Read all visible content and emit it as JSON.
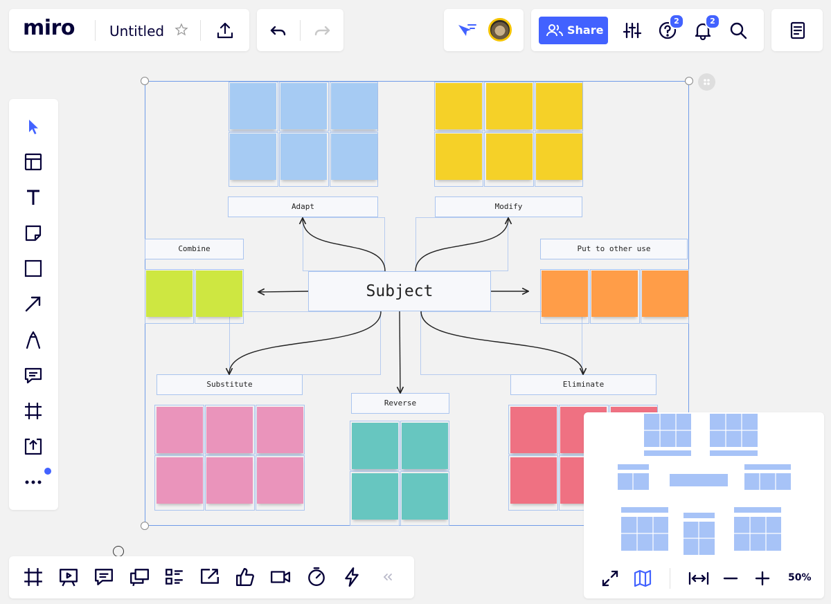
{
  "header": {
    "logo": "miro",
    "board_title": "Untitled",
    "share_label": "Share",
    "help_badge": "2",
    "notifications_badge": "2"
  },
  "board": {
    "subject_label": "Subject",
    "sections": {
      "adapt": "Adapt",
      "modify": "Modify",
      "combine": "Combine",
      "put_to_other_use": "Put to other use",
      "substitute": "Substitute",
      "reverse": "Reverse",
      "eliminate": "Eliminate"
    }
  },
  "colors": {
    "accent": "#4262ff",
    "blue_note": "#a6cbf3",
    "yellow_note": "#f5d128",
    "green_note": "#cee741",
    "orange_note": "#ff9d48",
    "pink_note": "#ea94bb",
    "teal_note": "#67c6c0",
    "red_note": "#ef7182"
  },
  "minimap": {
    "zoom_level": "50%"
  },
  "icons": {
    "left_toolbar": [
      "cursor-icon",
      "templates-icon",
      "text-icon",
      "sticky-note-icon",
      "shape-icon",
      "arrow-icon",
      "pen-icon",
      "comment-icon",
      "frame-icon",
      "upload-icon",
      "more-icon"
    ],
    "bottom_toolbar": [
      "frames-icon",
      "presentation-icon",
      "cards-icon",
      "multi-screen-icon",
      "checklist-icon",
      "share-screen-icon",
      "voting-icon",
      "video-icon",
      "timer-icon",
      "lightning-icon",
      "collapse-icon"
    ]
  }
}
